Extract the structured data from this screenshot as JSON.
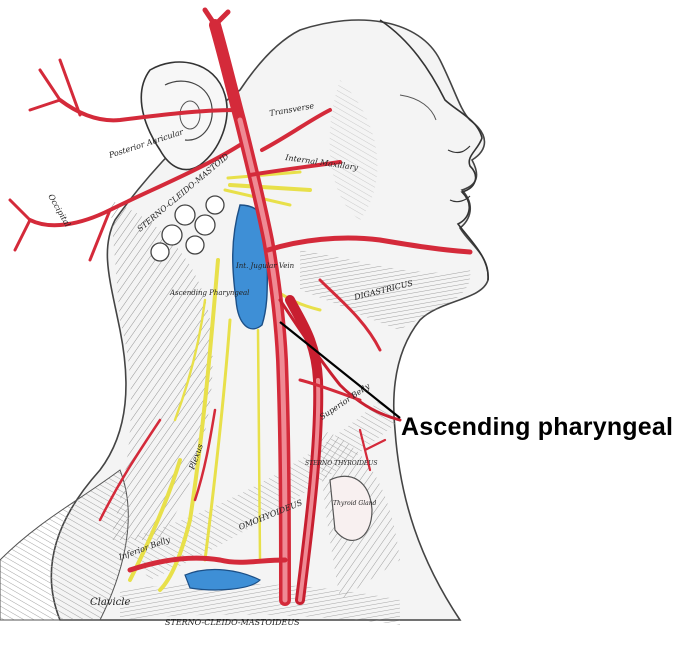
{
  "callout": {
    "label": "Ascending pharyngeal"
  },
  "engraving_labels": {
    "posterior_auricular": "Posterior Auricular",
    "transverse": "Transverse",
    "internal_maxillary": "Internal Maxillary",
    "occipital": "Occipital",
    "sterno_cleido_mastoid_upper": "STERNO-CLEIDO-MASTOID",
    "int_jugular_vein": "Int. Jugular Vein",
    "ascending_pharyngeal_small": "Ascending Pharyngeal",
    "digastric": "DIGASTRICUS",
    "superior_belly": "Superior Belly",
    "omohyoid": "OMOHYOIDEUS",
    "inferior_belly": "Inferior Belly",
    "sterno_cleido_mastoid_lower": "STERNO-CLEIDO-MASTOIDEUS",
    "clavicle": "Clavicle",
    "sterno_thyroid": "STERNO THYROIDEUS",
    "larynx_gland": "Thyroid Gland",
    "plexus": "Plexus"
  },
  "colors": {
    "artery": "#d42a3a",
    "artery_light": "#ef8a94",
    "vein": "#3e8fd6",
    "nerve": "#e8e04a",
    "ink": "#3a3a3a",
    "leader": "#000000"
  }
}
